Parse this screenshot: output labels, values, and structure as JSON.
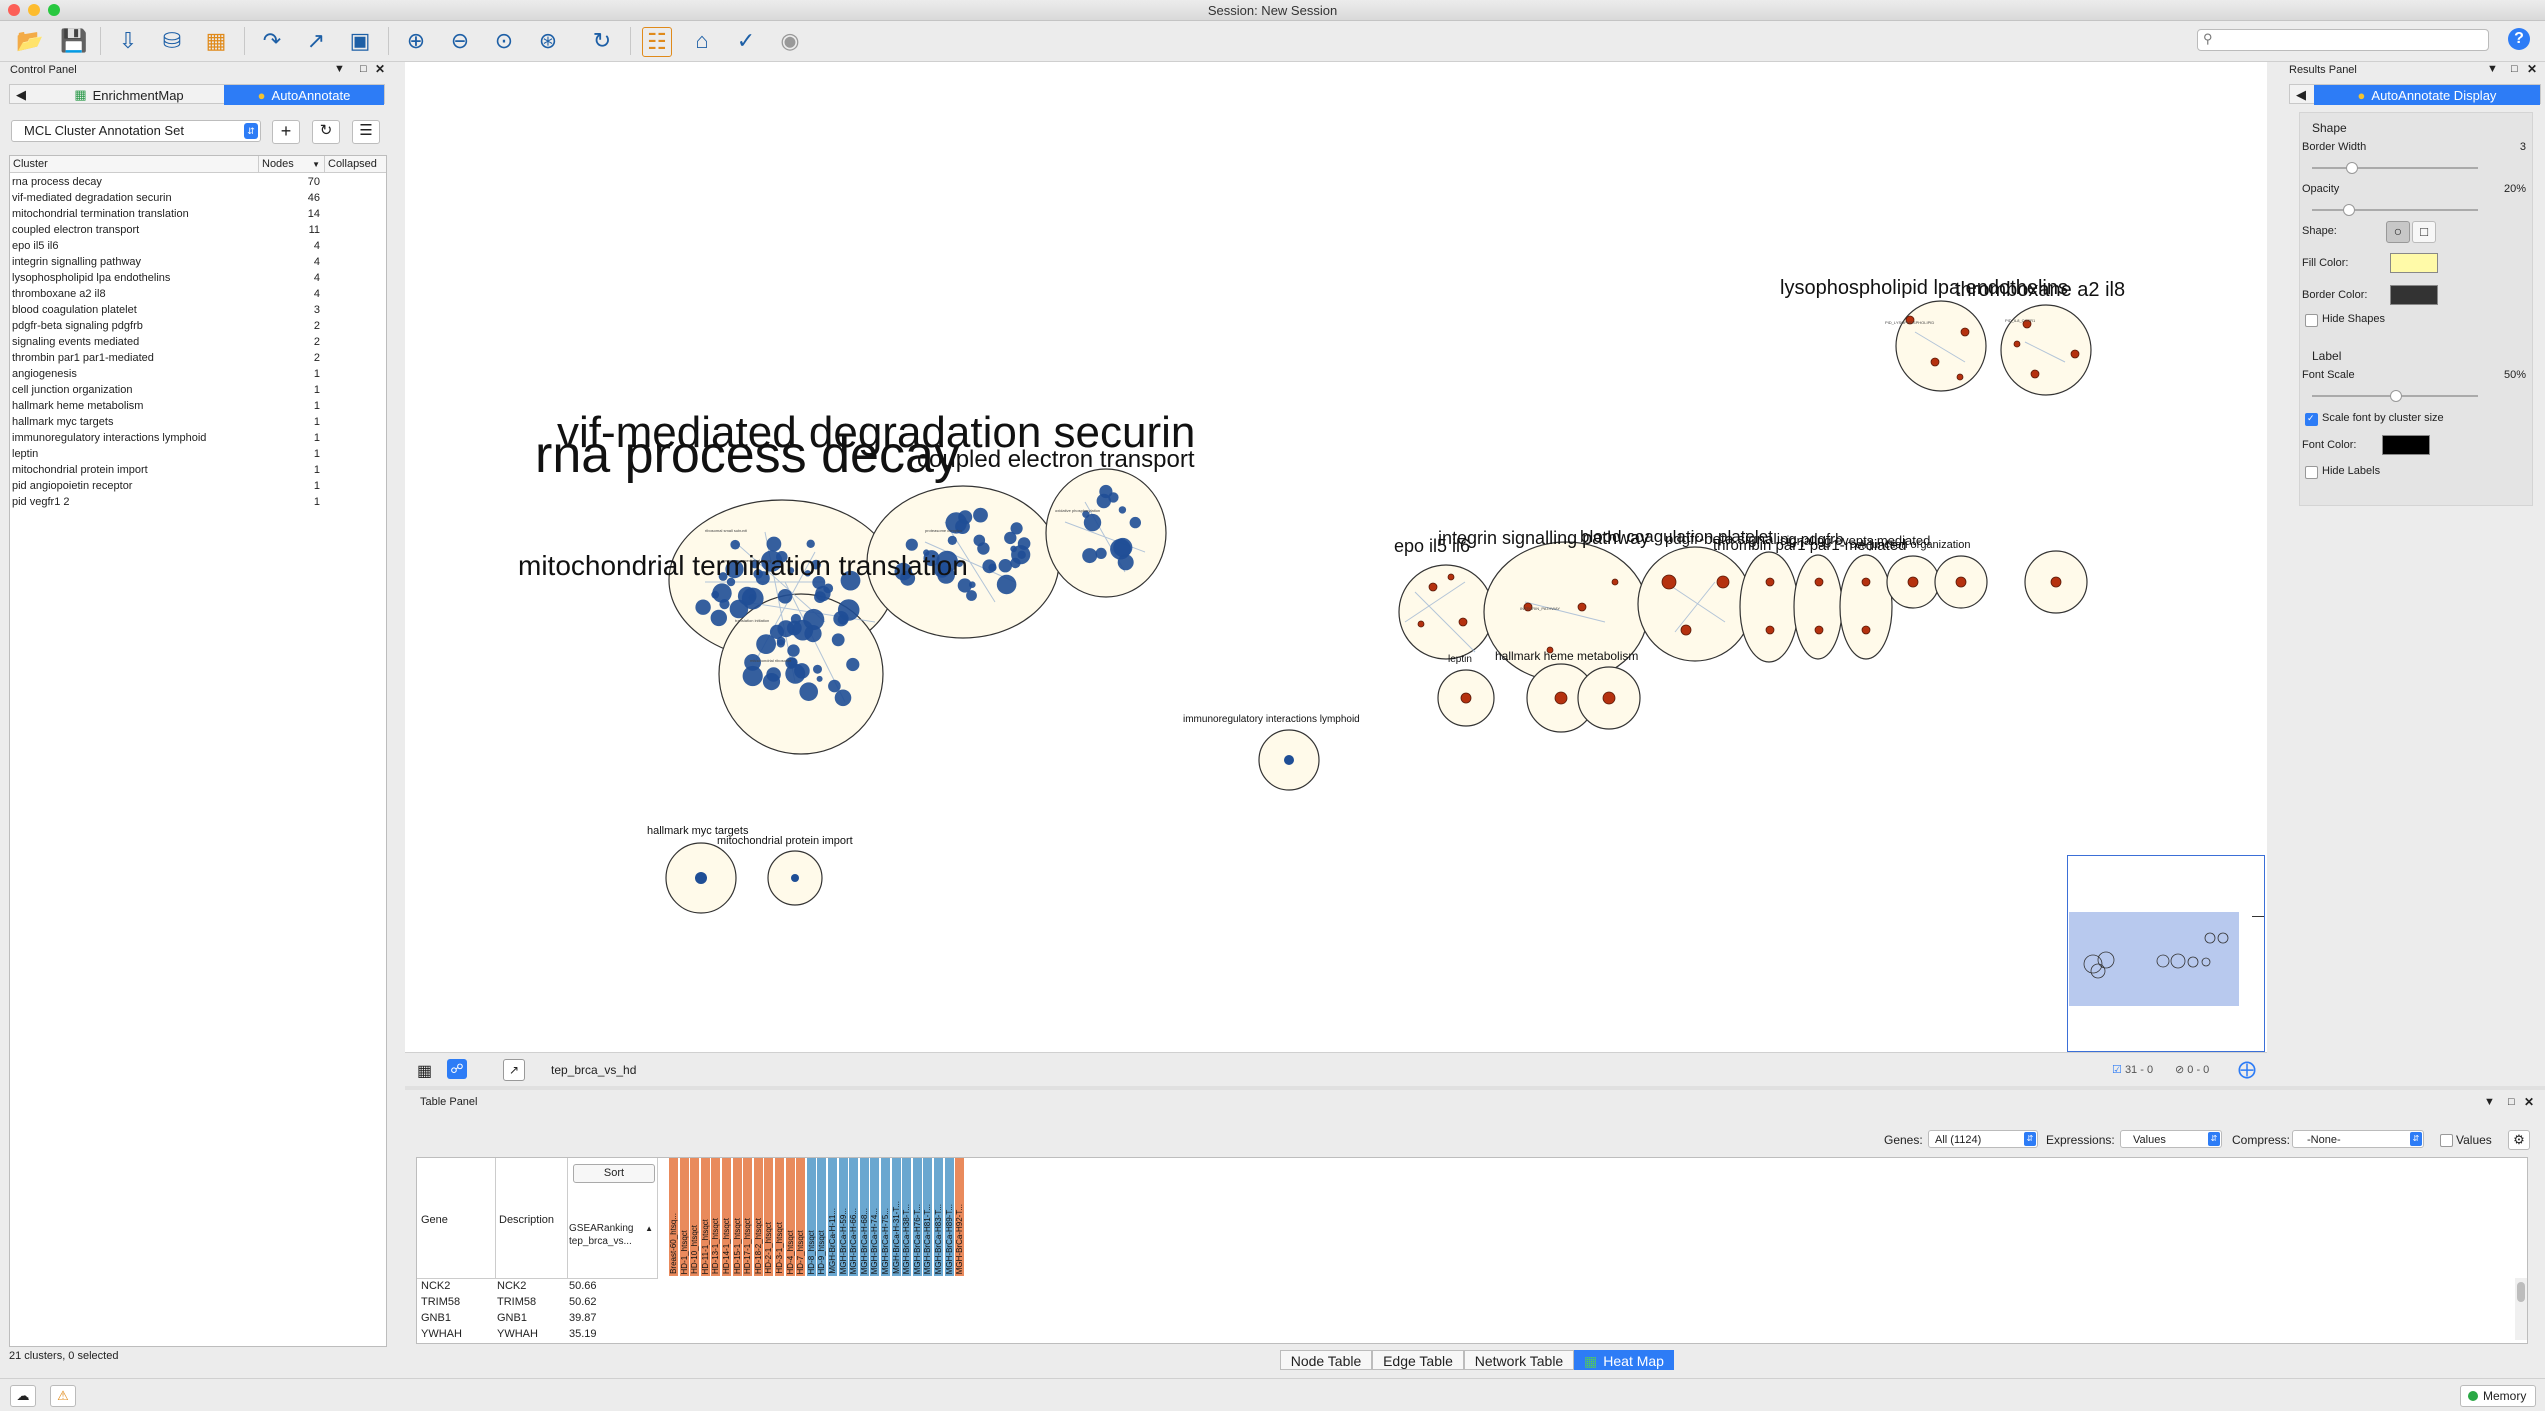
{
  "window": {
    "title": "Session: New Session"
  },
  "control_panel": {
    "title": "Control Panel",
    "tabs": [
      "EnrichmentMap",
      "AutoAnnotate"
    ],
    "annotation_set": "MCL Cluster Annotation Set",
    "columns": [
      "Cluster",
      "Nodes",
      "Collapsed"
    ],
    "clusters": [
      {
        "name": "rna process decay",
        "nodes": "70"
      },
      {
        "name": "vif-mediated degradation securin",
        "nodes": "46"
      },
      {
        "name": "mitochondrial termination translation",
        "nodes": "14"
      },
      {
        "name": "coupled electron transport",
        "nodes": "11"
      },
      {
        "name": "epo il5 il6",
        "nodes": "4"
      },
      {
        "name": "integrin signalling pathway",
        "nodes": "4"
      },
      {
        "name": "lysophospholipid lpa endothelins",
        "nodes": "4"
      },
      {
        "name": "thromboxane a2 il8",
        "nodes": "4"
      },
      {
        "name": "blood coagulation platelet",
        "nodes": "3"
      },
      {
        "name": "pdgfr-beta signaling pdgfrb",
        "nodes": "2"
      },
      {
        "name": "signaling events mediated",
        "nodes": "2"
      },
      {
        "name": "thrombin par1 par1-mediated",
        "nodes": "2"
      },
      {
        "name": "angiogenesis",
        "nodes": "1"
      },
      {
        "name": "cell junction organization",
        "nodes": "1"
      },
      {
        "name": "hallmark heme metabolism",
        "nodes": "1"
      },
      {
        "name": "hallmark myc targets",
        "nodes": "1"
      },
      {
        "name": "immunoregulatory interactions lymphoid",
        "nodes": "1"
      },
      {
        "name": "leptin",
        "nodes": "1"
      },
      {
        "name": "mitochondrial protein import",
        "nodes": "1"
      },
      {
        "name": "pid angiopoietin receptor",
        "nodes": "1"
      },
      {
        "name": "pid vegfr1 2",
        "nodes": "1"
      }
    ],
    "status": "21 clusters, 0 selected"
  },
  "network": {
    "labels": {
      "rna": "rna process decay",
      "vif": "vif-mediated degradation securin",
      "coupled": "coupled electron transport",
      "mito": "mitochondrial termination translation",
      "lyso": "lysophospholipid lpa endothelins",
      "thromboxane": "thromboxane a2 il8",
      "epo": "epo il5 il6",
      "integrin": "integrin signalling pathway",
      "blood": "blood coagulation platelet",
      "pdgfr": "pdgfr-beta signaling pdgfrb",
      "thrombin": "thrombin par1 par1-mediated",
      "signaling": "signaling events mediated",
      "cell": "cell junction organization",
      "leptin": "leptin",
      "heme": "hallmark heme metabolism",
      "immuno": "immunoregulatory interactions lymphoid",
      "myc": "hallmark myc targets",
      "mitoimport": "mitochondrial protein import"
    },
    "name": "tep_brca_vs_hd",
    "selection_nodes": "31 - 0",
    "selection_edges": "0 - 0"
  },
  "results_panel": {
    "title": "Results Panel",
    "tab": "AutoAnnotate Display",
    "shape_section": "Shape",
    "border_width_label": "Border Width",
    "border_width_value": "3",
    "opacity_label": "Opacity",
    "opacity_value": "20%",
    "opacity_level": 0.2,
    "shape_label": "Shape:",
    "fill_color_label": "Fill Color:",
    "fill_color": "#fffaa8",
    "border_color_label": "Border Color:",
    "border_color": "#333333",
    "hide_shapes_label": "Hide Shapes",
    "label_section": "Label",
    "font_scale_label": "Font Scale",
    "font_scale_value": "50%",
    "font_scale_level": 0.5,
    "scale_font_label": "Scale font by cluster size",
    "font_color_label": "Font Color:",
    "font_color": "#000000",
    "hide_labels_label": "Hide Labels"
  },
  "table_panel": {
    "title": "Table Panel",
    "genes_label": "Genes:",
    "genes_value": "All (1124)",
    "expressions_label": "Expressions:",
    "expressions_value": "Values",
    "compress_label": "Compress:",
    "compress_value": "-None-",
    "values_label": "Values",
    "sort_button": "Sort",
    "columns": [
      "Gene",
      "Description",
      "GSEARanking tep_brca_vs..."
    ],
    "heat_columns_orange": [
      "Breast-60_htsq...",
      "HD-1_htsqct",
      "HD-10_htsqct",
      "HD-11-1_htsqct",
      "HD-13-1_htsqct",
      "HD-14-1_htsqct",
      "HD-15-1_htsqct",
      "HD-17-1_htsqct",
      "HD-18-2_htsqct",
      "HD-2-1_htsqct",
      "HD-3-1_htsqct",
      "HD-4_htsqct",
      "HD-7_htsqct"
    ],
    "heat_columns_blue": [
      "HD-8_htsqct",
      "HD-9_htsqct",
      "MGH-BrCa-H-11...",
      "MGH-BrCa-H-59...",
      "MGH-BrCa-H-66...",
      "MGH-BrCa-H-68...",
      "MGH-BrCa-H-74...",
      "MGH-BrCa-H-75...",
      "MGH-BrCa-H-31-T...",
      "MGH-BrCa-H38-T...",
      "MGH-BrCa-H76-T...",
      "MGH-BrCa-H81-T...",
      "MGH-BrCa-H83-T...",
      "MGH-BrCa-H89-T..."
    ],
    "heat_columns_end": [
      "MGH-BrCa-H92-T..."
    ],
    "rows": [
      {
        "gene": "NCK2",
        "desc": "NCK2",
        "rank": "50.66"
      },
      {
        "gene": "TRIM58",
        "desc": "TRIM58",
        "rank": "50.62"
      },
      {
        "gene": "GNB1",
        "desc": "GNB1",
        "rank": "39.87"
      },
      {
        "gene": "YWHAH",
        "desc": "YWHAH",
        "rank": "35.19"
      }
    ],
    "bottom_tabs": [
      "Node Table",
      "Edge Table",
      "Network Table",
      "Heat Map"
    ]
  },
  "status_bar": {
    "memory": "Memory"
  },
  "colors": {
    "accent": "#2d7cf6",
    "node_blue": "#1f4e96",
    "node_red": "#b5310f",
    "cluster_fill": "#fffaea",
    "heat_orange": "#e98a5c",
    "heat_blue": "#6aa7d0"
  }
}
